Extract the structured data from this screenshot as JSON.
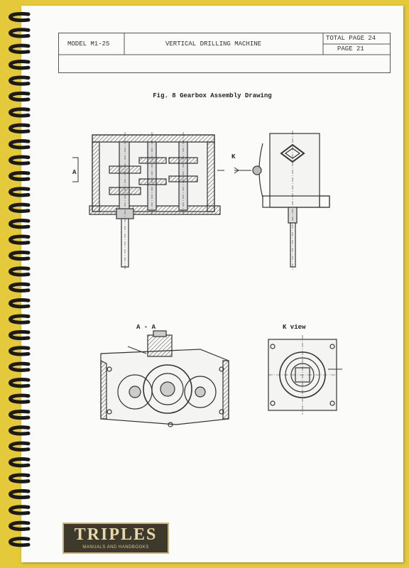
{
  "header": {
    "model": "MODEL M1-25",
    "title": "VERTICAL DRILLING MACHINE",
    "total_page": "TOTAL PAGE  24",
    "page": "PAGE  21"
  },
  "figure": {
    "caption": "Fig.  8  Gearbox Assembly Drawing",
    "section_marker": "A",
    "view_marker": "K",
    "section_label": "A - A",
    "view_label": "K view"
  },
  "logo": {
    "main": "TRIPLES",
    "sub": "MANUALS AND HANDBOOKS"
  },
  "colors": {
    "background": "#e4c93a",
    "paper": "#fbfbf9",
    "ink": "#333333",
    "binding": "#1a1a1a",
    "logo_bg": "#3d3a2c"
  }
}
